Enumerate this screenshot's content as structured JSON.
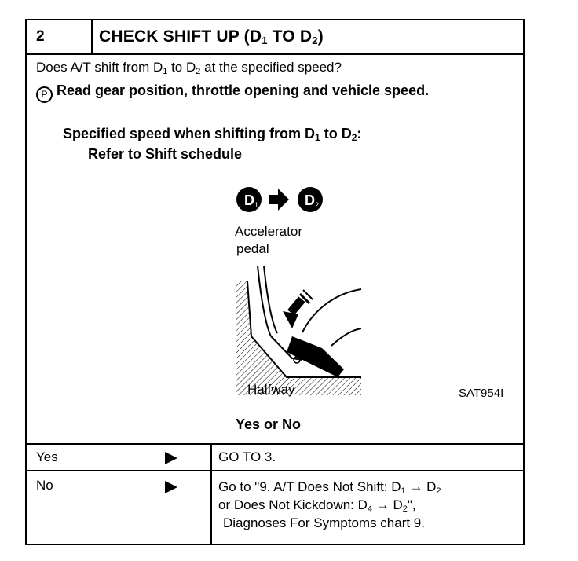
{
  "step": {
    "number": "2",
    "title_prefix": "CHECK SHIFT UP (D",
    "title_sub1": "1",
    "title_mid": " TO D",
    "title_sub2": "2",
    "title_suffix": ")"
  },
  "question": {
    "prefix": "Does A/T shift from D",
    "sub1": "1",
    "mid": " to D",
    "sub2": "2",
    "suffix": " at the specified speed?"
  },
  "instruction": {
    "icon_letter": "P",
    "text": "Read gear position, throttle opening and vehicle speed."
  },
  "specified": {
    "prefix": "Specified speed when shifting from D",
    "sub1": "1",
    "mid": " to D",
    "sub2": "2",
    "suffix": ":"
  },
  "refer": "Refer to Shift schedule",
  "illustration": {
    "from_label": "D",
    "from_sub": "1",
    "to_label": "D",
    "to_sub": "2",
    "accelerator_line1": "Accelerator",
    "accelerator_line2": "pedal",
    "halfway": "Halfway",
    "code": "SAT954I"
  },
  "yes_or_no": "Yes or No",
  "rows": {
    "yes": {
      "label": "Yes",
      "action": "GO TO 3."
    },
    "no": {
      "label": "No",
      "line1_prefix": "Go to \"9. A/T Does Not Shift: D",
      "line1_sub1": "1",
      "line1_arrow": " → D",
      "line1_sub2": "2",
      "line2_prefix": "or Does Not Kickdown: D",
      "line2_sub1": "4",
      "line2_arrow": " → D",
      "line2_sub2": "2",
      "line2_suffix": "\",",
      "line3": "Diagnoses For Symptoms chart 9."
    }
  }
}
